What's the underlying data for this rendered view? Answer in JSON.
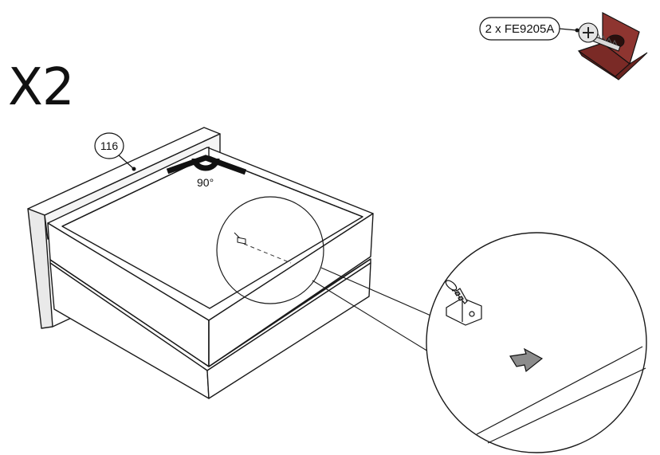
{
  "step": {
    "multiplier": "X2"
  },
  "part": {
    "number": "116"
  },
  "angle": {
    "label": "90°"
  },
  "hardware": {
    "quantity_label": "2 x FE9205A",
    "bracket_color": "#7a2a26"
  }
}
